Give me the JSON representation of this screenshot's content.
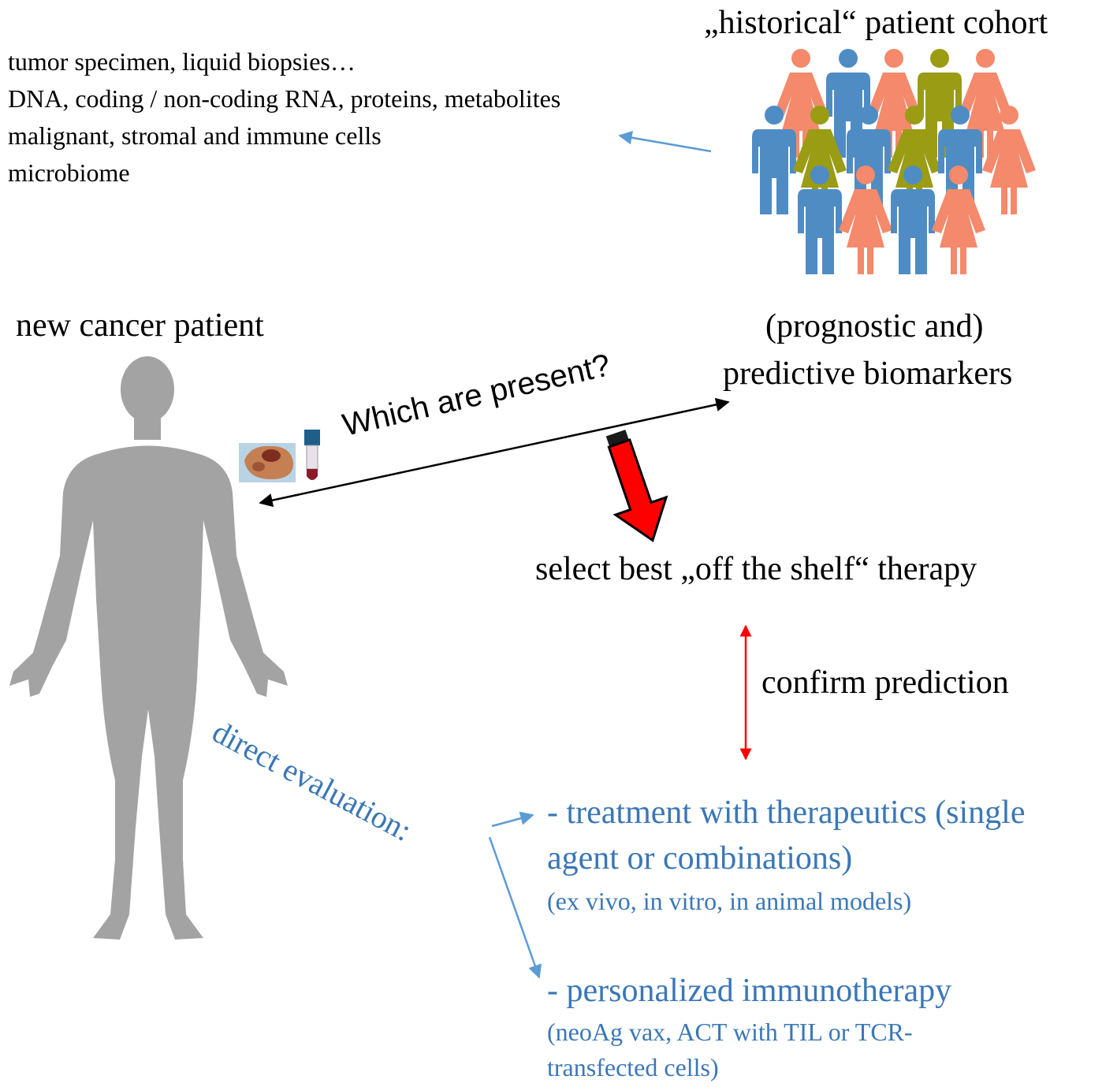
{
  "cohort_title": "„historical“ patient cohort",
  "sample_lines": [
    "tumor specimen, liquid biopsies…",
    "DNA, coding / non-coding RNA, proteins, metabolites",
    "malignant, stromal and immune cells",
    "microbiome"
  ],
  "new_patient_label": "new cancer patient",
  "biomarkers_lines": [
    "(prognostic and)",
    "predictive biomarkers"
  ],
  "question_label": "Which are present?",
  "select_label": "select best „off the shelf“ therapy",
  "confirm_label": "confirm prediction",
  "direct_label": "direct evaluation:",
  "option1": {
    "lines": [
      "- treatment with therapeutics (single",
      "agent or combinations)"
    ],
    "note": "(ex vivo, in vitro, in animal models)"
  },
  "option2": {
    "title": "- personalized immunotherapy",
    "note_lines": [
      "(neoAg vax, ACT with TIL or TCR-",
      "transfected cells)"
    ]
  },
  "colors": {
    "text": "#000000",
    "blue_text": "#3a77b6",
    "blue_arrow": "#5b9bd5",
    "red": "#ff0000",
    "body_gray": "#a3a3a3",
    "person_orange": "#f4896c",
    "person_blue": "#4f8cc4",
    "person_olive": "#9a9c14"
  }
}
